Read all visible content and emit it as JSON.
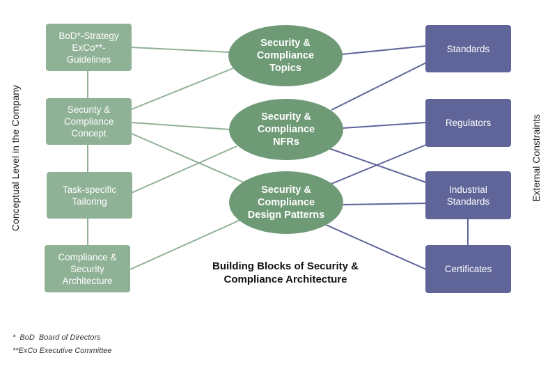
{
  "left_boxes": [
    {
      "label": "BoD*-Strategy\nExCo**-\nGuidelines"
    },
    {
      "label": "Security &\nCompliance\nConcept"
    },
    {
      "label": "Task-specific\nTailoring"
    },
    {
      "label": "Compliance &\nSecurity\nArchitecture"
    }
  ],
  "center_nodes": [
    {
      "label": "Security &\nCompliance\nTopics"
    },
    {
      "label": "Security &\nCompliance\nNFRs"
    },
    {
      "label": "Security &\nCompliance\nDesign Patterns"
    }
  ],
  "right_boxes": [
    {
      "label": "Standards"
    },
    {
      "label": "Regulators"
    },
    {
      "label": "Industrial\nStandards"
    },
    {
      "label": "Certificates"
    }
  ],
  "left_axis_label": "Conceptual Level in the Company",
  "right_axis_label": "External Constraints",
  "caption": "Building Blocks of Security &\nCompliance Architecture",
  "footnotes": [
    "*  BoD  Board of Directors",
    "**ExCo Executive Committee"
  ],
  "colors": {
    "green_box": "#8fb196",
    "green_node": "#6e9a76",
    "green_line": "#8fb196",
    "blue_box": "#5f6499",
    "blue_line": "#5f6499"
  }
}
